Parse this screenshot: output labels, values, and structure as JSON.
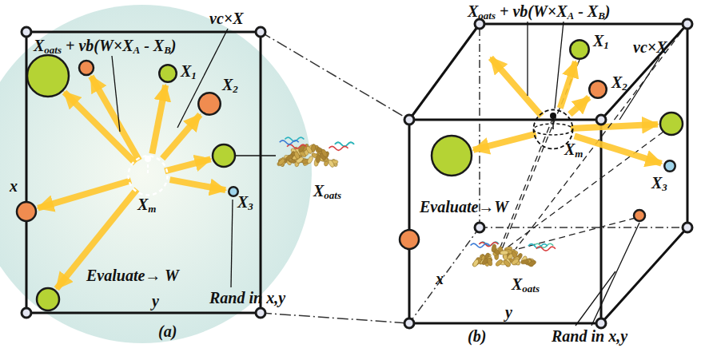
{
  "diagram": {
    "nodes": [
      {
        "text": [
          "Xm"
        ]
      },
      {
        "text": [
          "X1"
        ]
      },
      {
        "text": [
          "X2"
        ]
      },
      {
        "text": [
          "X3"
        ]
      },
      {
        "text": [
          "Xm"
        ]
      },
      {
        "text": [
          "X1"
        ]
      },
      {
        "text": [
          "X2"
        ]
      },
      {
        "text": [
          "X3"
        ]
      }
    ],
    "edges": [
      {
        "from": 0,
        "to": 1,
        "arrow": "to"
      },
      {
        "from": 0,
        "to": 2,
        "arrow": "to"
      },
      {
        "from": 0,
        "to": 3,
        "arrow": "to"
      },
      {
        "from": 4,
        "to": 5,
        "arrow": "to"
      },
      {
        "from": 4,
        "to": 6,
        "arrow": "to"
      },
      {
        "from": 4,
        "to": 7,
        "arrow": "to"
      }
    ],
    "labels": [
      "Xoats + vb(W×XA - XB)",
      "vc×X",
      "x",
      "y",
      "Evaluate→ W",
      "Rand in x,y",
      "(a)",
      "Xoats",
      "Xoats + vb(W×XA - XB)",
      "vc×X",
      "Evaluate→W",
      "x",
      "y",
      "Xoats",
      "Rand in x,y",
      "(b)"
    ]
  }
}
